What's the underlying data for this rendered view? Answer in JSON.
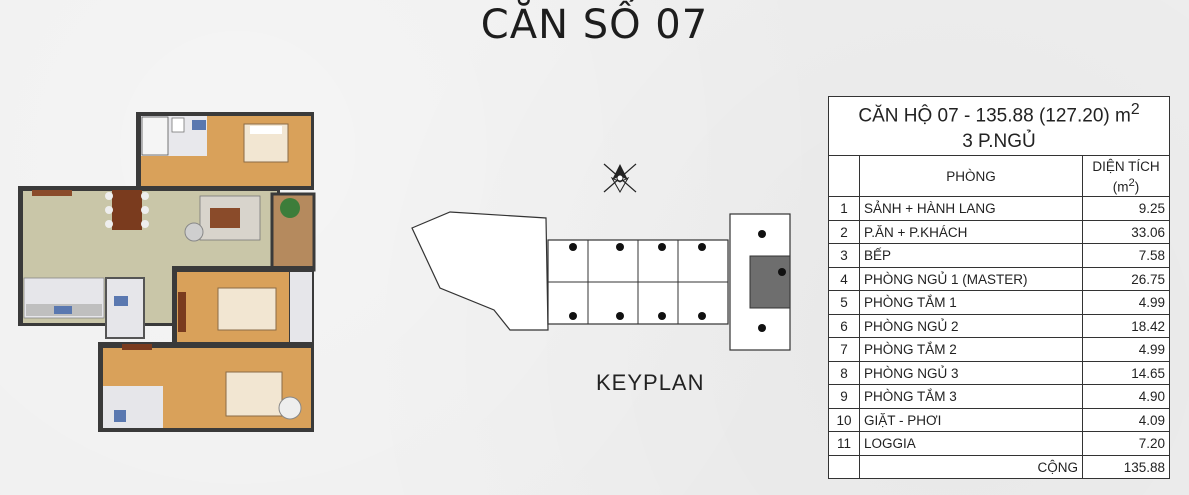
{
  "page_title": "CĂN SỐ 07",
  "keyplan_label": "KEYPLAN",
  "table": {
    "title_line1": "CĂN HỘ 07 - 135.88 (127.20) m",
    "title_sup": "2",
    "title_line2": "3 P.NGỦ",
    "col_room": "PHÒNG",
    "col_area": "DIỆN TÍCH",
    "col_area_unit": "(m",
    "col_area_unit_sup": "2",
    "col_area_unit_end": ")",
    "rows": [
      {
        "no": "1",
        "room": "SẢNH + HÀNH LANG",
        "area": "9.25"
      },
      {
        "no": "2",
        "room": "P.ĂN + P.KHÁCH",
        "area": "33.06"
      },
      {
        "no": "3",
        "room": "BẾP",
        "area": "7.58"
      },
      {
        "no": "4",
        "room": "PHÒNG NGỦ 1 (MASTER)",
        "area": "26.75"
      },
      {
        "no": "5",
        "room": "PHÒNG TẮM 1",
        "area": "4.99"
      },
      {
        "no": "6",
        "room": "PHÒNG NGỦ 2",
        "area": "18.42"
      },
      {
        "no": "7",
        "room": "PHÒNG TẮM 2",
        "area": "4.99"
      },
      {
        "no": "8",
        "room": "PHÒNG NGỦ 3",
        "area": "14.65"
      },
      {
        "no": "9",
        "room": "PHÒNG TẮM 3",
        "area": "4.90"
      },
      {
        "no": "10",
        "room": "GIẶT - PHƠI",
        "area": "4.09"
      },
      {
        "no": "11",
        "room": "LOGGIA",
        "area": "7.20"
      }
    ],
    "total_label": "CỘNG",
    "total_value": "135.88"
  },
  "colors": {
    "wall": "#3a3a3a",
    "floor_wood": "#d9a15a",
    "floor_tile": "#c9c6a8",
    "keyplan_highlight": "#6e6e6e"
  }
}
